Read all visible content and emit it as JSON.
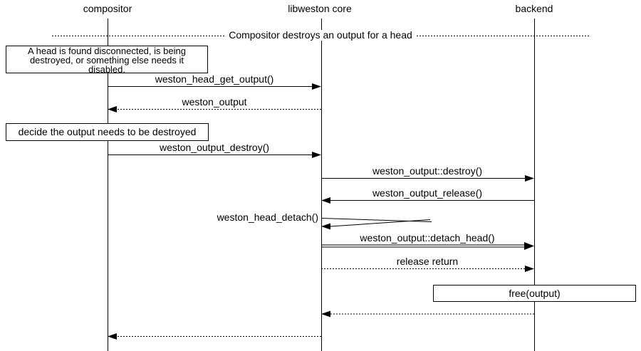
{
  "diagram": {
    "actors": {
      "compositor": "compositor",
      "libweston": "libweston core",
      "backend": "backend"
    },
    "divider": {
      "label": "Compositor destroys an output for a head"
    },
    "notes": {
      "head_disconnected": {
        "line1": "A head is found disconnected, is being",
        "line2": "destroyed, or something else needs it",
        "line3": "disabled."
      },
      "decide_destroy": "decide the output needs to be destroyed",
      "free_output": "free(output)"
    },
    "messages": {
      "head_get_output": "weston_head_get_output()",
      "output_return": "weston_output",
      "output_destroy": "weston_output_destroy()",
      "output_destroy_vfunc": "weston_output::destroy()",
      "output_release": "weston_output_release()",
      "head_detach": "weston_head_detach()",
      "detach_head_vfunc": "weston_output::detach_head()",
      "release_return": "release return"
    },
    "colors": {
      "line": "#000000",
      "background": "#ffffff"
    }
  }
}
